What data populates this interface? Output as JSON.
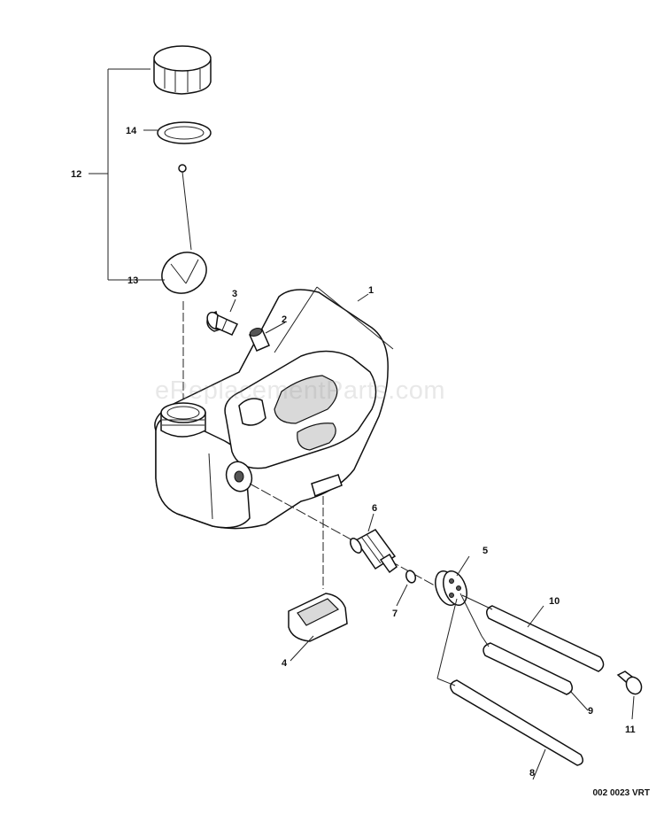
{
  "watermark": "eReplacementParts.com",
  "drawing_code": "002 0023 VRT",
  "callouts": {
    "c1": "1",
    "c2": "2",
    "c3": "3",
    "c4": "4",
    "c5": "5",
    "c6": "6",
    "c7": "7",
    "c8": "8",
    "c9": "9",
    "c10": "10",
    "c11": "11",
    "c12": "12",
    "c13": "13",
    "c14": "14"
  }
}
